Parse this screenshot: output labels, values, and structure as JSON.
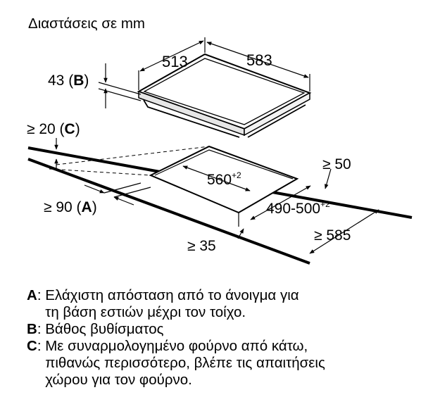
{
  "title": "Διαστάσεις σε mm",
  "dimensions": {
    "hob_depth": "513",
    "hob_width": "583",
    "depth_b_value": "43",
    "depth_b_key": "B",
    "min_c_value": "≥ 20",
    "min_c_key": "C",
    "min_a_value": "≥ 90",
    "min_a_key": "A",
    "cutout_width": "560",
    "cutout_width_tol": "+2",
    "cutout_depth": "490-500",
    "cutout_depth_tol": "+2",
    "min_rear": "≥ 50",
    "min_front": "≥ 35",
    "min_worktop_depth": "≥ 585"
  },
  "legend": [
    {
      "key": "A",
      "text": "Ελάχιστη απόσταση από το άνοιγμα για\nτη βάση εστιών μέχρι τον τοίχο."
    },
    {
      "key": "B",
      "text": "Βάθος βυθίσματος"
    },
    {
      "key": "C",
      "text": "Με συναρμολογημένο φούρνο από κάτω,\nπιθανώς περισσότερο, βλέπε τις απαιτήσεις\nχώρου για τον φούρνο."
    }
  ]
}
